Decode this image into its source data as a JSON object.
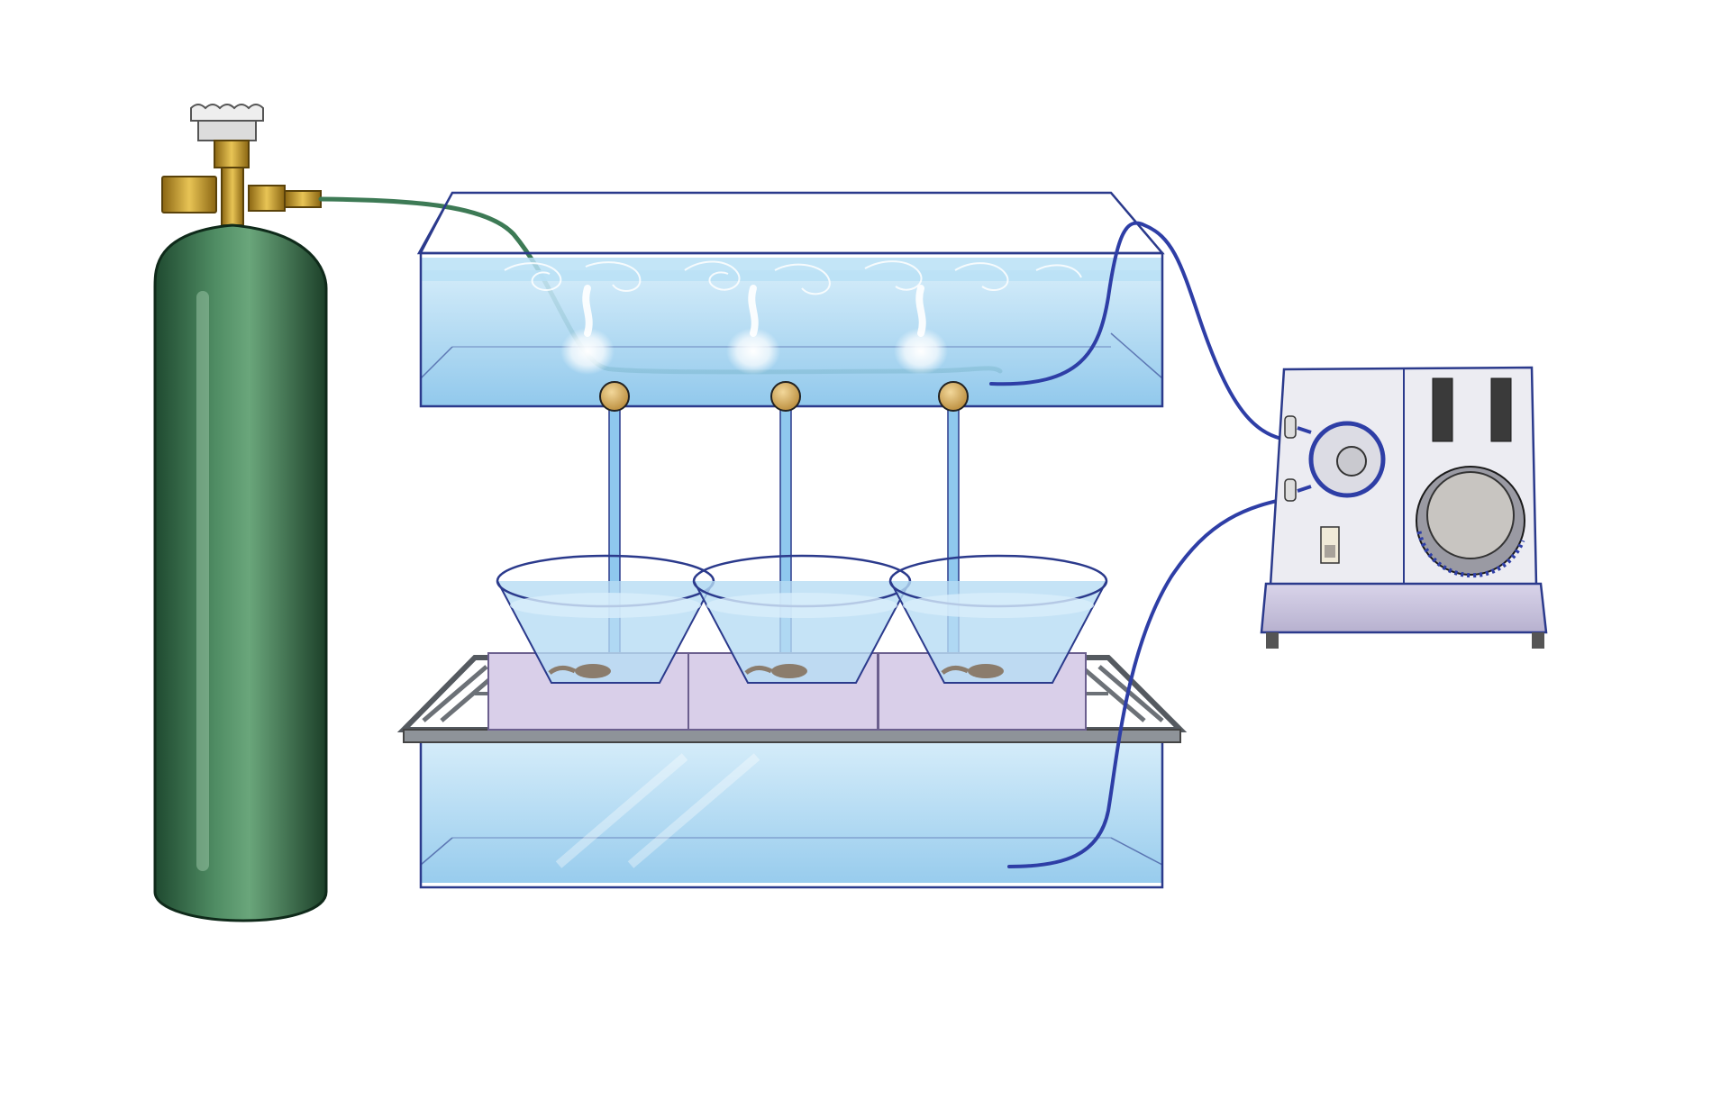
{
  "diagram": {
    "components": [
      {
        "id": "gas-cylinder",
        "icon": "gas-cylinder-icon"
      },
      {
        "id": "upper-tank",
        "icon": "water-tank-icon"
      },
      {
        "id": "air-stones",
        "icon": "bubbler-icon",
        "count": 3
      },
      {
        "id": "drip-valves",
        "icon": "valve-icon",
        "count": 3
      },
      {
        "id": "conical-beakers",
        "icon": "beaker-icon",
        "count": 3
      },
      {
        "id": "larvae",
        "icon": "tadpole-icon",
        "count": 3
      },
      {
        "id": "wire-rack",
        "icon": "rack-icon"
      },
      {
        "id": "lower-tank",
        "icon": "water-tank-icon"
      },
      {
        "id": "peristaltic-pump",
        "icon": "pump-icon"
      }
    ],
    "colors": {
      "cylinder": "#2f6b45",
      "brass": "#c99a2a",
      "water": "#9fd2f2",
      "glass_outline": "#2b3a8c",
      "tubing_gas": "#3d7a55",
      "tubing_water": "#2e3ea6",
      "block": "#d9cfe9",
      "pump_body": "#e8e8ee"
    }
  }
}
